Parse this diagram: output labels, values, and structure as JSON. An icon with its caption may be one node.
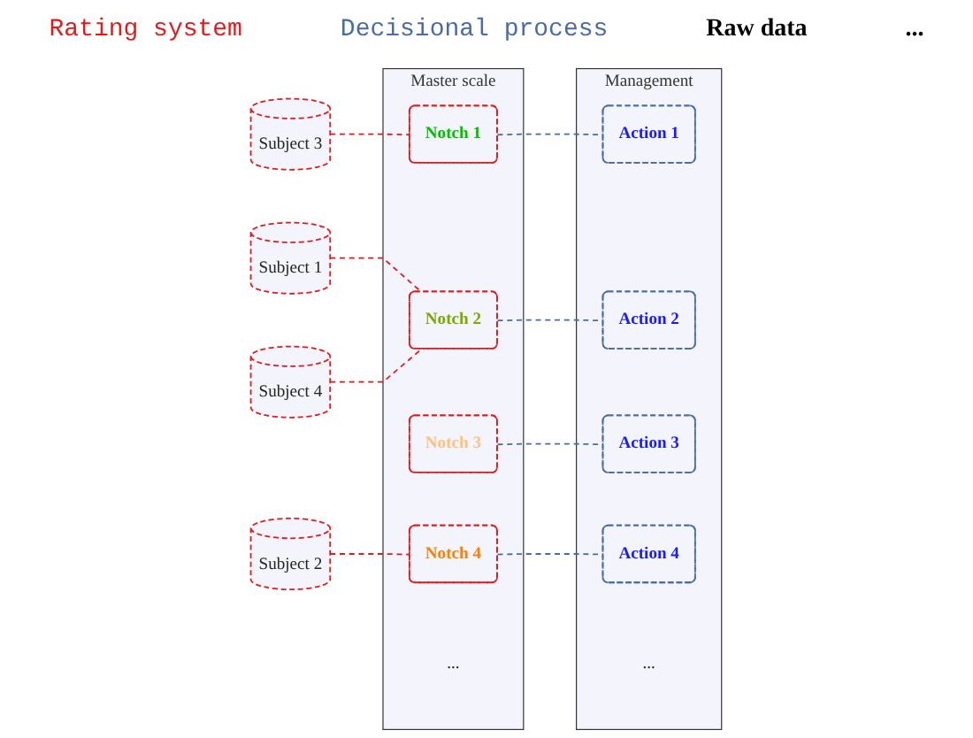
{
  "diagram": {
    "nodes": [
      {
        "text": [
          "Subject 1"
        ]
      },
      {
        "text": [
          "Subject 2"
        ]
      },
      {
        "text": [
          "Subject 3"
        ]
      },
      {
        "text": [
          "Subject 4"
        ]
      },
      {
        "text": [
          "Master scale"
        ]
      },
      {
        "text": [
          "Notch 1"
        ],
        "in": 4
      },
      {
        "text": [
          "Notch 2"
        ],
        "in": 4
      },
      {
        "text": [
          "Notch 3"
        ],
        "in": 4
      },
      {
        "text": [
          "Notch 4"
        ],
        "in": 4
      },
      {
        "text": [
          "..."
        ],
        "in": 4
      },
      {
        "text": [
          "Management"
        ]
      },
      {
        "text": [
          "Action 1"
        ],
        "in": 10
      },
      {
        "text": [
          "Action 2"
        ],
        "in": 10
      },
      {
        "text": [
          "Action 3"
        ],
        "in": 10
      },
      {
        "text": [
          "Action 4"
        ],
        "in": 10
      },
      {
        "text": [
          "..."
        ],
        "in": 10
      }
    ],
    "edges": [
      {
        "from": 0,
        "to": 6,
        "arrow": "none",
        "style": "dashed",
        "color": "#e31a1c"
      },
      {
        "from": 1,
        "to": 8,
        "arrow": "none",
        "style": "dashed",
        "color": "#e31a1c"
      },
      {
        "from": 2,
        "to": 5,
        "arrow": "none",
        "style": "dashed",
        "color": "#e31a1c"
      },
      {
        "from": 3,
        "to": 6,
        "arrow": "none",
        "style": "dashed",
        "color": "#e31a1c"
      },
      {
        "from": 5,
        "to": 11,
        "arrow": "none",
        "style": "dashed",
        "color": "#4a6aa8"
      },
      {
        "from": 6,
        "to": 12,
        "arrow": "none",
        "style": "dashed",
        "color": "#4a6aa8"
      },
      {
        "from": 7,
        "to": 13,
        "arrow": "none",
        "style": "dashed",
        "color": "#4a6aa8"
      },
      {
        "from": 8,
        "to": 14,
        "arrow": "none",
        "style": "dashed",
        "color": "#4a6aa8"
      }
    ],
    "labels": [
      "Rating system",
      "Decisional process",
      "Raw data",
      "..."
    ]
  }
}
